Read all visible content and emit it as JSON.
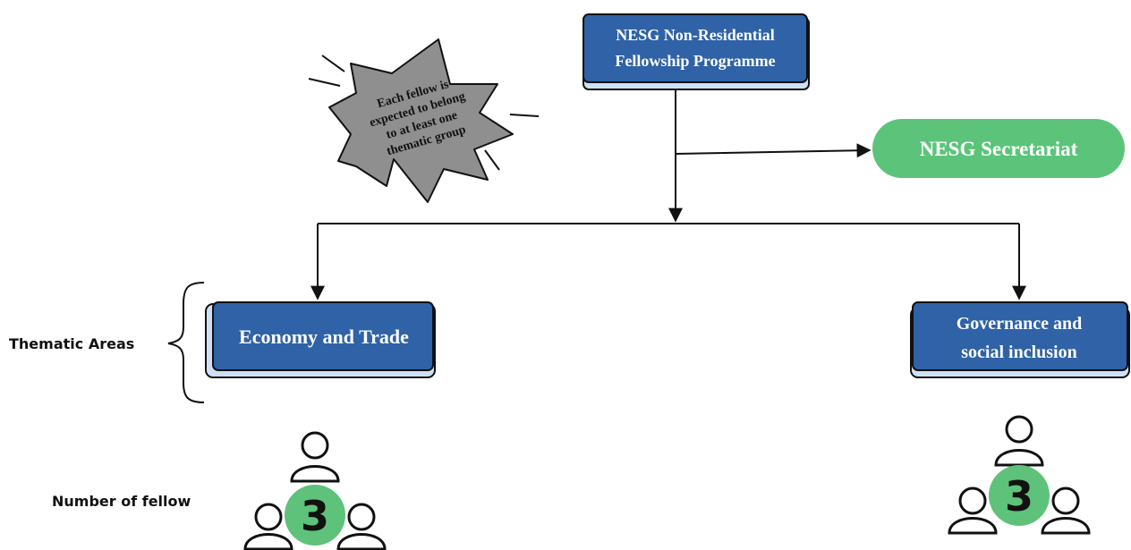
{
  "diagram": {
    "root": {
      "lines": [
        "NESG Non-Residential",
        "Fellowship Programme"
      ]
    },
    "secretariat": {
      "label": "NESG Secretariat"
    },
    "callout": {
      "lines": [
        "Each fellow is",
        "expected to belong",
        "to at least one",
        "thematic group"
      ]
    },
    "row_labels": {
      "thematic_areas": "Thematic Areas",
      "number_of_fellow": "Number of fellow"
    },
    "themes": [
      {
        "lines": [
          "Economy and Trade"
        ],
        "fellow_count": "3"
      },
      {
        "lines": [
          "Governance and",
          "social inclusion"
        ],
        "fellow_count": "3"
      }
    ],
    "colors": {
      "box_blue": "#2f62a6",
      "box_shadow_blue": "#cfe0f5",
      "secretariat_green": "#5cc47a",
      "badge_green": "#5ec27a",
      "callout_grey": "#8f8f8f"
    }
  }
}
